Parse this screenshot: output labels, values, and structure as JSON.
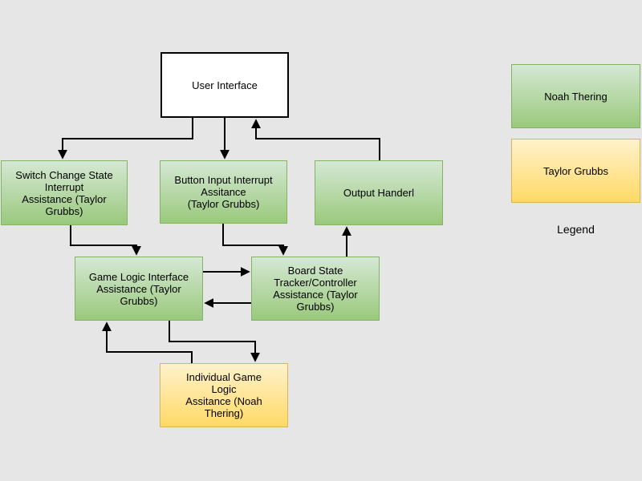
{
  "diagram": {
    "background_color": "#e6e6e6",
    "nodes": [
      {
        "id": "user-interface",
        "label": "User Interface",
        "style": "white"
      },
      {
        "id": "switch-change-state",
        "label": "Switch Change State\nInterrupt\nAssistance (Taylor\nGrubbs)",
        "style": "green"
      },
      {
        "id": "button-input-interrupt",
        "label": "Button Input Interrupt\nAssitance\n(Taylor Grubbs)",
        "style": "green"
      },
      {
        "id": "output-handler",
        "label": "Output Handerl",
        "style": "green"
      },
      {
        "id": "game-logic-interface",
        "label": "Game Logic Interface\nAssistance (Taylor\nGrubbs)",
        "style": "green"
      },
      {
        "id": "board-state-tracker",
        "label": "Board State\nTracker/Controller\nAssistance (Taylor\nGrubbs)",
        "style": "green"
      },
      {
        "id": "individual-game-logic",
        "label": "Individual Game\nLogic\nAssitance (Noah\nThering)",
        "style": "yellow"
      }
    ],
    "edges": [
      {
        "from": "user-interface",
        "to": "switch-change-state"
      },
      {
        "from": "user-interface",
        "to": "button-input-interrupt"
      },
      {
        "from": "output-handler",
        "to": "user-interface"
      },
      {
        "from": "switch-change-state",
        "to": "game-logic-interface"
      },
      {
        "from": "button-input-interrupt",
        "to": "board-state-tracker"
      },
      {
        "from": "board-state-tracker",
        "to": "output-handler"
      },
      {
        "from": "game-logic-interface",
        "to": "board-state-tracker"
      },
      {
        "from": "board-state-tracker",
        "to": "game-logic-interface"
      },
      {
        "from": "game-logic-interface",
        "to": "individual-game-logic"
      },
      {
        "from": "individual-game-logic",
        "to": "game-logic-interface"
      }
    ],
    "colors": {
      "green_fill_top": "#d5e8d4",
      "green_fill_bottom": "#9ac97c",
      "green_border": "#82b366",
      "yellow_fill_top": "#fff2cc",
      "yellow_fill_bottom": "#ffd966",
      "yellow_border": "#d6b656",
      "white_fill": "#ffffff",
      "white_border": "#000000",
      "edge_color": "#000000"
    },
    "legend": {
      "title": "Legend",
      "items": [
        {
          "label": "Noah Thering",
          "style": "green"
        },
        {
          "label": "Taylor Grubbs",
          "style": "yellow"
        }
      ]
    }
  }
}
